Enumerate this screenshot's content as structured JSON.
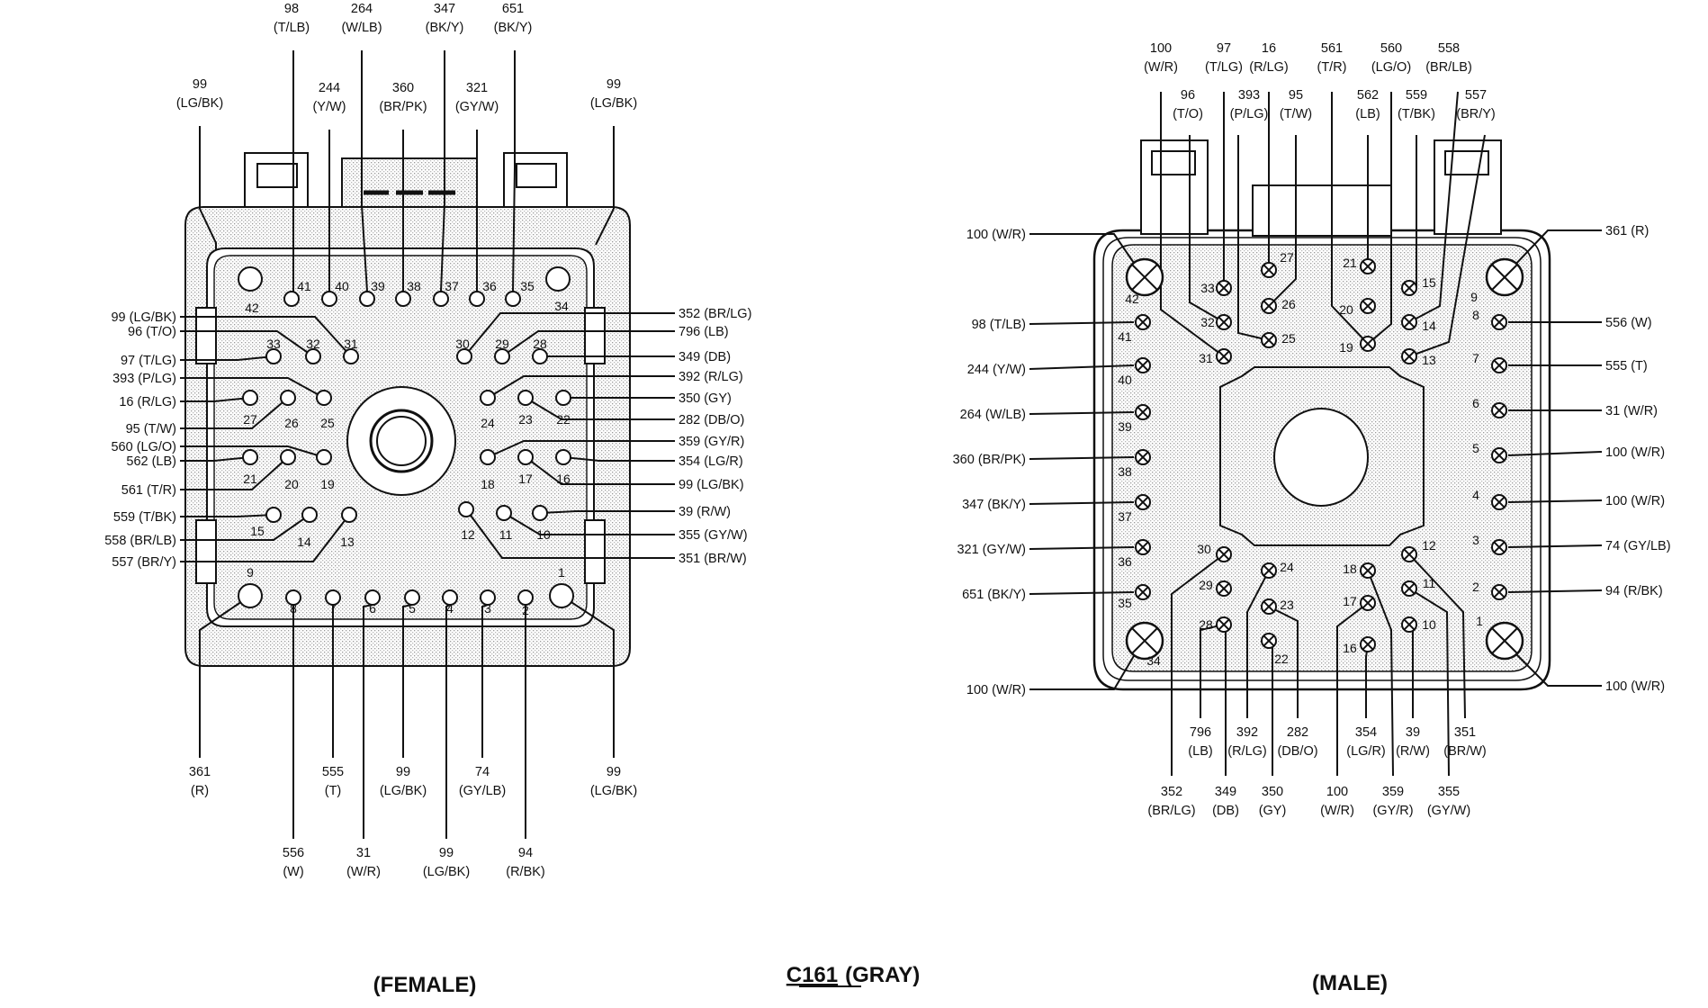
{
  "captions": {
    "female": "(FEMALE)",
    "connector_id": "C161",
    "connector_color": "(GRAY)",
    "male": "(MALE)"
  },
  "female": {
    "top_labels": [
      {
        "lines": [
          "98",
          "(T/LB)"
        ]
      },
      {
        "lines": [
          "264",
          "(W/LB)"
        ]
      },
      {
        "lines": [
          "347",
          "(BK/Y)"
        ]
      },
      {
        "lines": [
          "651",
          "(BK/Y)"
        ]
      },
      {
        "lines": [
          "244",
          "(Y/W)"
        ]
      },
      {
        "lines": [
          "360",
          "(BR/PK)"
        ]
      },
      {
        "lines": [
          "321",
          "(GY/W)"
        ]
      },
      {
        "lines": [
          "99",
          "(LG/BK)"
        ]
      },
      {
        "lines": [
          "99",
          "(LG/BK)"
        ]
      }
    ],
    "left_labels": [
      "99 (LG/BK)",
      "96 (T/O)",
      "97 (T/LG)",
      "393 (P/LG)",
      "16 (R/LG)",
      "95 (T/W)",
      "560 (LG/O)",
      "562 (LB)",
      "561 (T/R)",
      "559 (T/BK)",
      "558 (BR/LB)",
      "557 (BR/Y)"
    ],
    "right_labels": [
      "352 (BR/LG)",
      "796 (LB)",
      "349 (DB)",
      "392 (R/LG)",
      "350 (GY)",
      "282 (DB/O)",
      "359 (GY/R)",
      "354 (LG/R)",
      "99 (LG/BK)",
      "39 (R/W)",
      "355 (GY/W)",
      "351 (BR/W)"
    ],
    "bottom_labels": [
      {
        "lines": [
          "361",
          "(R)"
        ]
      },
      {
        "lines": [
          "555",
          "(T)"
        ]
      },
      {
        "lines": [
          "99",
          "(LG/BK)"
        ]
      },
      {
        "lines": [
          "74",
          "(GY/LB)"
        ]
      },
      {
        "lines": [
          "99",
          "(LG/BK)"
        ]
      },
      {
        "lines": [
          "556",
          "(W)"
        ]
      },
      {
        "lines": [
          "31",
          "(W/R)"
        ]
      },
      {
        "lines": [
          "99",
          "(LG/BK)"
        ]
      },
      {
        "lines": [
          "94",
          "(R/BK)"
        ]
      }
    ],
    "pins": [
      "1",
      "2",
      "3",
      "4",
      "5",
      "6",
      "7",
      "8",
      "9",
      "10",
      "11",
      "12",
      "13",
      "14",
      "15",
      "16",
      "17",
      "18",
      "19",
      "20",
      "21",
      "22",
      "23",
      "24",
      "25",
      "26",
      "27",
      "28",
      "29",
      "30",
      "31",
      "32",
      "33",
      "34",
      "35",
      "36",
      "37",
      "38",
      "39",
      "40",
      "41",
      "42"
    ]
  },
  "male": {
    "top_labels": [
      {
        "lines": [
          "100",
          "(W/R)"
        ]
      },
      {
        "lines": [
          "97",
          "(T/LG)"
        ]
      },
      {
        "lines": [
          "16",
          "(R/LG)"
        ]
      },
      {
        "lines": [
          "561",
          "(T/R)"
        ]
      },
      {
        "lines": [
          "560",
          "(LG/O)"
        ]
      },
      {
        "lines": [
          "558",
          "(BR/LB)"
        ]
      },
      {
        "lines": [
          "96",
          "(T/O)"
        ]
      },
      {
        "lines": [
          "393",
          "(P/LG)"
        ]
      },
      {
        "lines": [
          "95",
          "(T/W)"
        ]
      },
      {
        "lines": [
          "562",
          "(LB)"
        ]
      },
      {
        "lines": [
          "559",
          "(T/BK)"
        ]
      },
      {
        "lines": [
          "557",
          "(BR/Y)"
        ]
      }
    ],
    "left_labels": [
      "100 (W/R)",
      "98 (T/LB)",
      "244 (Y/W)",
      "264 (W/LB)",
      "360 (BR/PK)",
      "347 (BK/Y)",
      "321 (GY/W)",
      "651 (BK/Y)",
      "100 (W/R)"
    ],
    "right_labels": [
      "361 (R)",
      "556 (W)",
      "555 (T)",
      "31 (W/R)",
      "100 (W/R)",
      "100 (W/R)",
      "74 (GY/LB)",
      "94 (R/BK)",
      "100 (W/R)"
    ],
    "bottom_labels": [
      {
        "lines": [
          "796",
          "(LB)"
        ]
      },
      {
        "lines": [
          "392",
          "(R/LG)"
        ]
      },
      {
        "lines": [
          "282",
          "(DB/O)"
        ]
      },
      {
        "lines": [
          "354",
          "(LG/R)"
        ]
      },
      {
        "lines": [
          "39",
          "(R/W)"
        ]
      },
      {
        "lines": [
          "351",
          "(BR/W)"
        ]
      },
      {
        "lines": [
          "352",
          "(BR/LG)"
        ]
      },
      {
        "lines": [
          "349",
          "(DB)"
        ]
      },
      {
        "lines": [
          "350",
          "(GY)"
        ]
      },
      {
        "lines": [
          "100",
          "(W/R)"
        ]
      },
      {
        "lines": [
          "359",
          "(GY/R)"
        ]
      },
      {
        "lines": [
          "355",
          "(GY/W)"
        ]
      }
    ],
    "pins": [
      "1",
      "2",
      "3",
      "4",
      "5",
      "6",
      "7",
      "8",
      "9",
      "10",
      "11",
      "12",
      "13",
      "14",
      "15",
      "16",
      "17",
      "18",
      "19",
      "20",
      "21",
      "22",
      "23",
      "24",
      "25",
      "26",
      "27",
      "28",
      "29",
      "30",
      "31",
      "32",
      "33",
      "34",
      "35",
      "36",
      "37",
      "38",
      "39",
      "40",
      "41",
      "42"
    ]
  }
}
